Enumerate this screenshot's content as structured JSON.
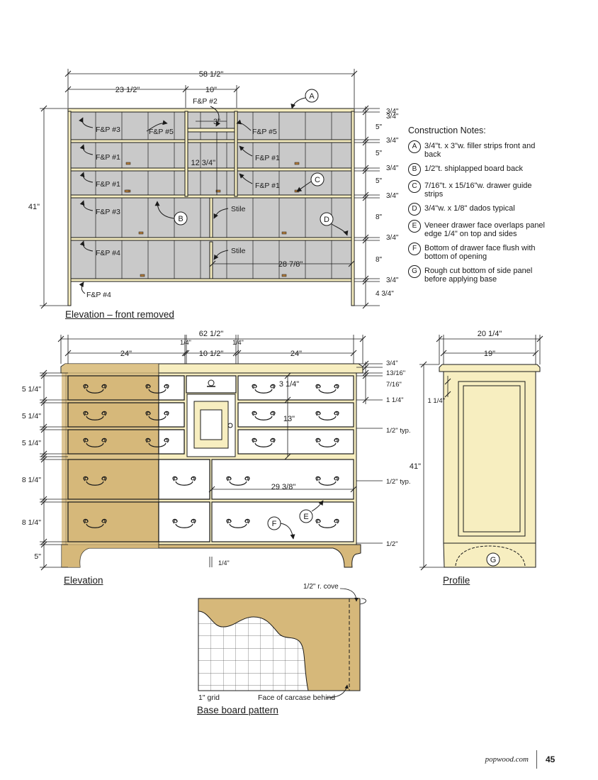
{
  "colors": {
    "panel": "#c9c9c9",
    "wood": "#f7eec0",
    "wood_edge": "#a89a5a",
    "tan": "#d6b87a",
    "paper": "#ffffff",
    "line": "#1a1a1a"
  },
  "top_elevation": {
    "caption": "Elevation – front removed",
    "dims": {
      "overall": "58 1/2\"",
      "left": "23 1/2\"",
      "center": "10\"",
      "height": "41\"",
      "center_height": "12 3/4\"",
      "stile_span": "28 7/8\"",
      "filler_width": "3\""
    },
    "right_dims": [
      "3/4\"",
      "3/4\"",
      "5\"",
      "3/4\"",
      "5\"",
      "3/4\"",
      "5\"",
      "3/4\"",
      "8\"",
      "3/4\"",
      "8\"",
      "3/4\"",
      "4 3/4\""
    ],
    "labels": [
      "F&P #2",
      "F&P #3",
      "F&P #5",
      "F&P #5",
      "F&P #1",
      "F&P #1",
      "F&P #1",
      "F&P #1",
      "F&P #3",
      "F&P #4",
      "F&P #4",
      "Stile",
      "Stile"
    ],
    "callouts": [
      "A",
      "B",
      "C",
      "D"
    ]
  },
  "notes": {
    "title": "Construction Notes:",
    "items": [
      {
        "key": "A",
        "text": "3/4\"t. x 3\"w. filler strips front and back"
      },
      {
        "key": "B",
        "text": "1/2\"t. shiplapped board back"
      },
      {
        "key": "C",
        "text": "7/16\"t. x 15/16\"w. drawer guide strips"
      },
      {
        "key": "D",
        "text": "3/4\"w. x 1/8\" dados typical"
      },
      {
        "key": "E",
        "text": "Veneer drawer face overlaps panel edge 1/4\" on top and sides"
      },
      {
        "key": "F",
        "text": "Bottom of drawer face flush with bottom of opening"
      },
      {
        "key": "G",
        "text": "Rough cut bottom of side panel before applying base"
      }
    ]
  },
  "elevation": {
    "caption": "Elevation",
    "dims": {
      "overall": "62 1/2\"",
      "left": "24\"",
      "center": "10 1/2\"",
      "right": "24\"",
      "gap_l": "1/4\"",
      "gap_r": "1/4\"",
      "drawer_h": "3 1/4\"",
      "door_h": "13\"",
      "lower_w": "29 3/8\"",
      "base_gap": "1/4\""
    },
    "left_dims": [
      "5 1/4\"",
      "5 1/4\"",
      "5 1/4\"",
      "8 1/4\"",
      "8 1/4\"",
      "5\""
    ],
    "right_dims": [
      "3/4\"",
      "13/16\"",
      "7/16\"",
      "1 1/4\"",
      "1/2\" typ.",
      "1/2\" typ.",
      "1/2\""
    ],
    "callouts": [
      "E",
      "F"
    ]
  },
  "profile": {
    "caption": "Profile",
    "dims": {
      "overall": "20 1/4\"",
      "inner": "19\"",
      "top": "1 1/4\"",
      "height": "41\""
    },
    "callout": "G"
  },
  "base_pattern": {
    "caption": "Base board pattern",
    "grid": "1\" grid",
    "face": "Face of carcase behind",
    "cove": "1/2\" r. cove"
  },
  "footer": {
    "site": "popwood.com",
    "page": "45"
  }
}
